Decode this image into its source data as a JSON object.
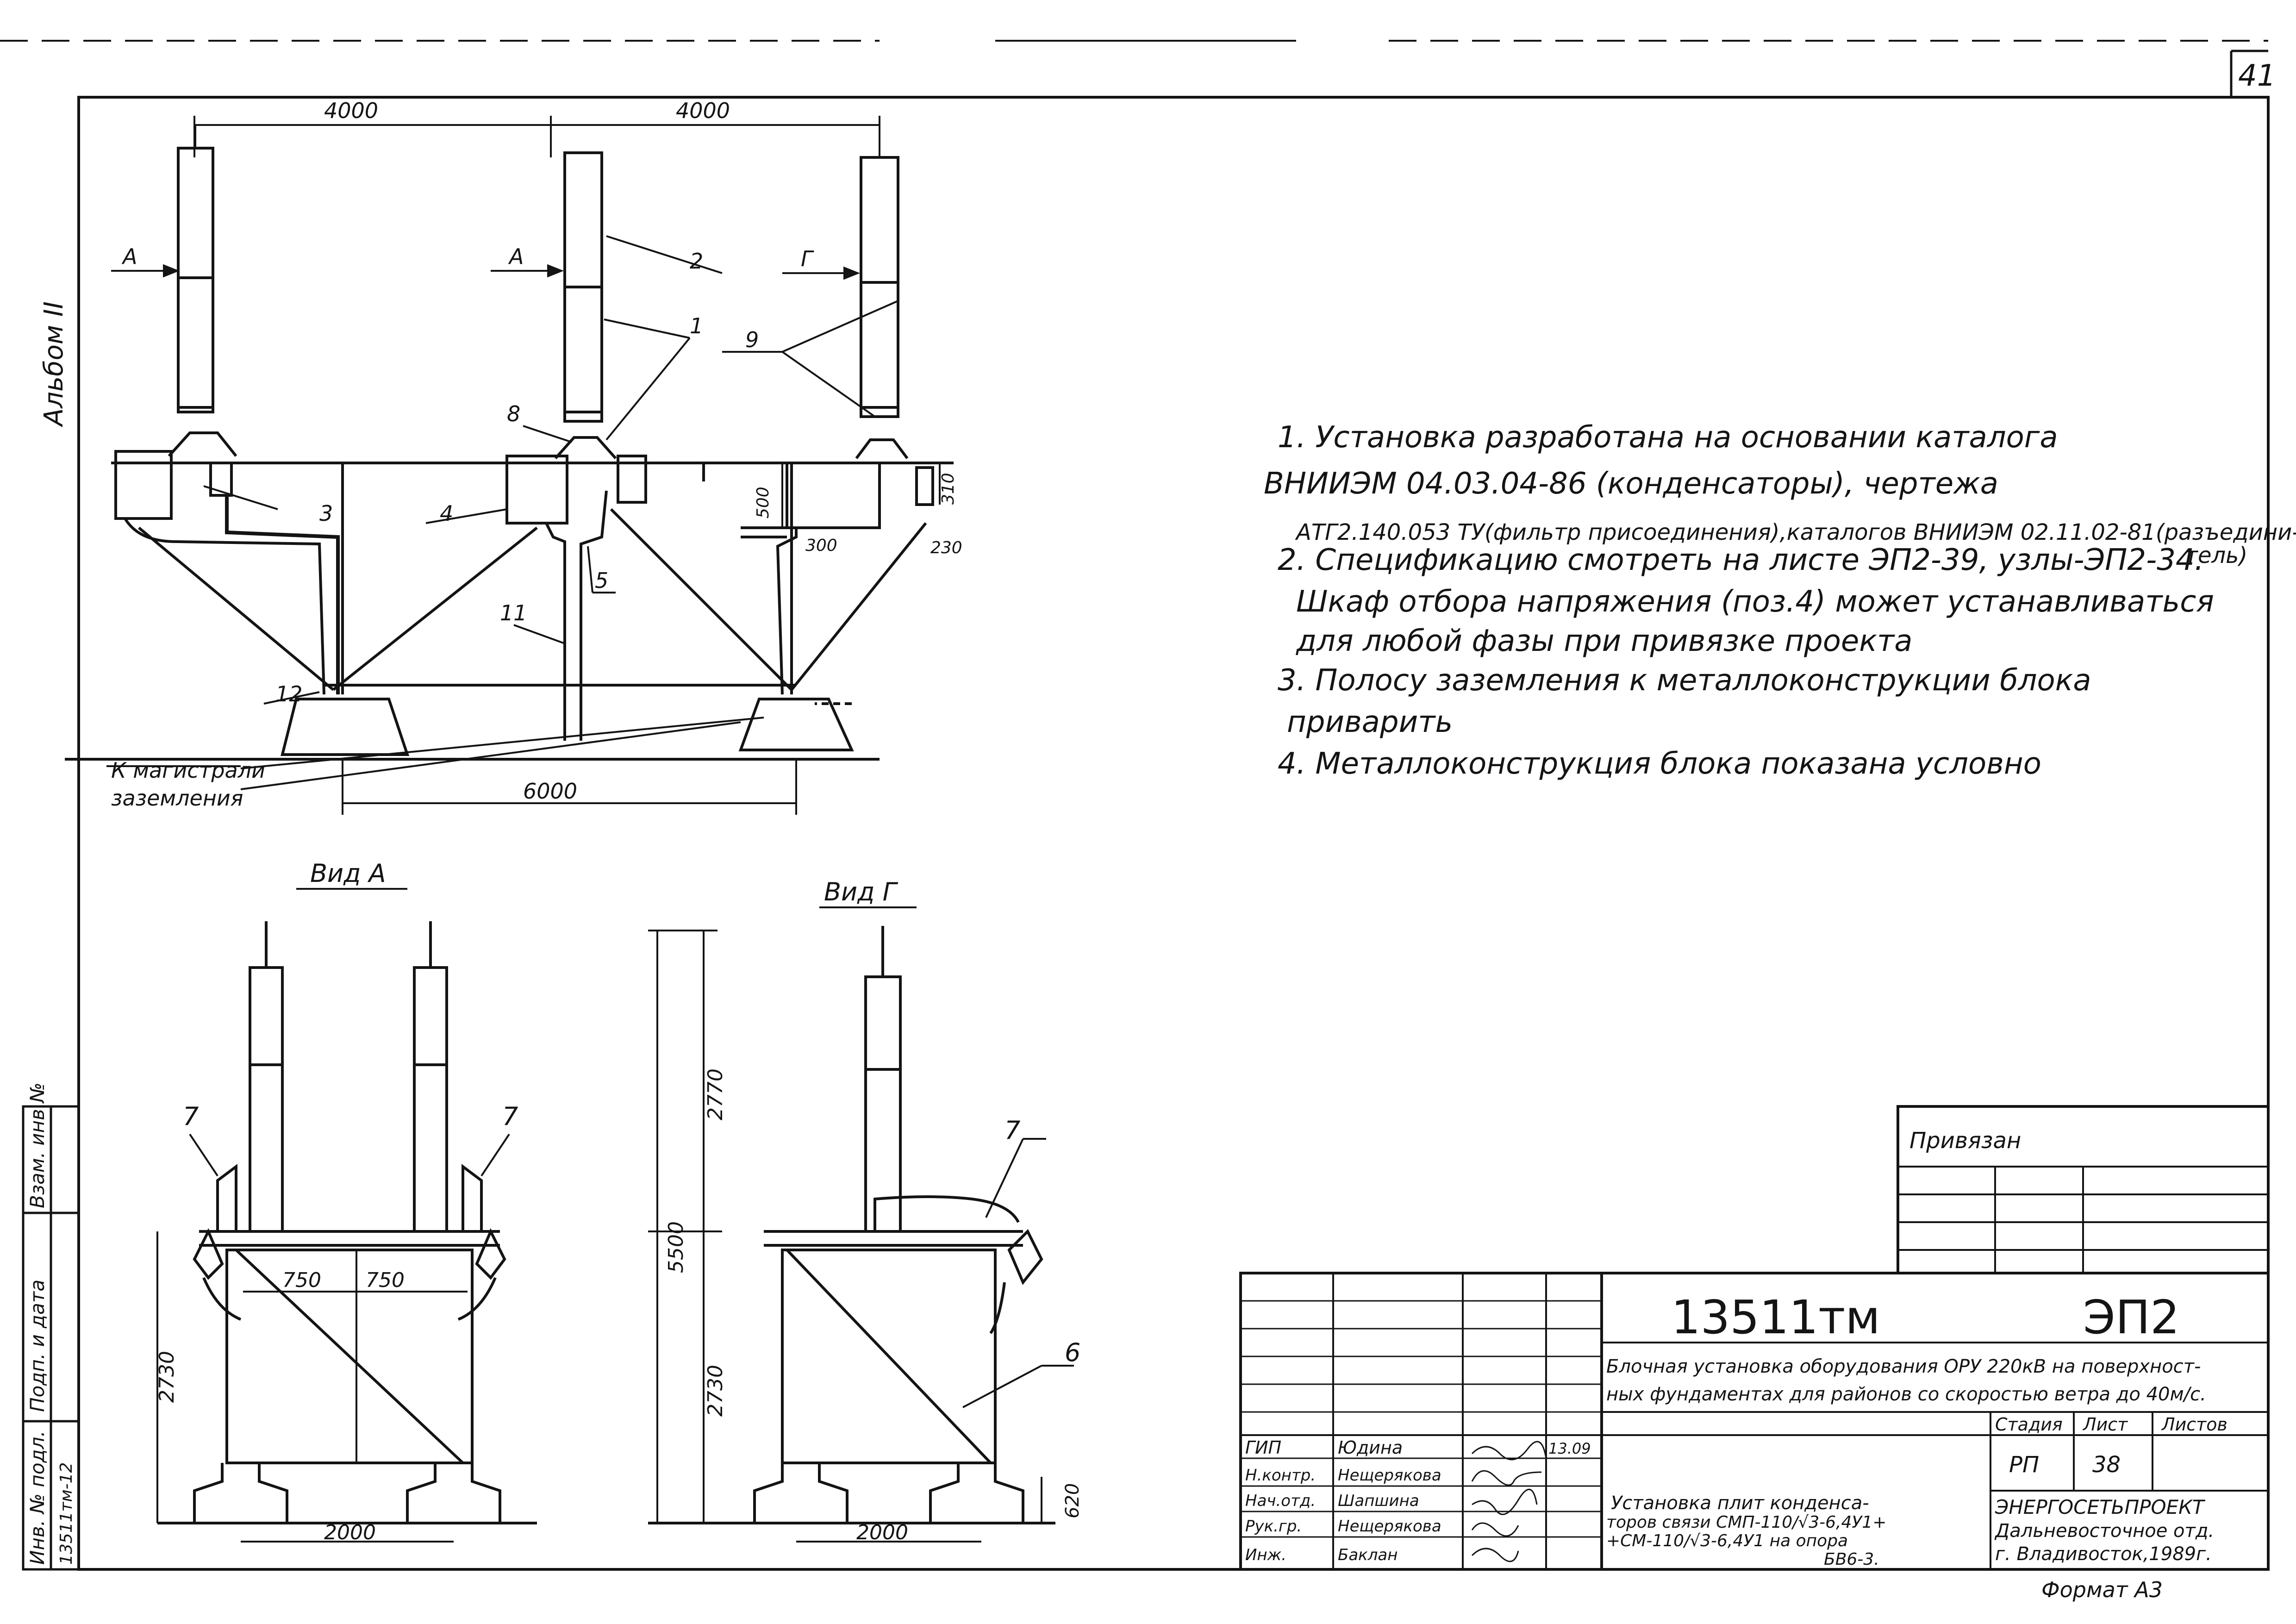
{
  "sheet": {
    "page_number": "41",
    "album": "Альбом II",
    "format_label": "Формат А3"
  },
  "main_view": {
    "dimensions": {
      "span_left": "4000",
      "span_right": "4000",
      "base": "6000",
      "d500": "500",
      "d310": "310",
      "d300": "300",
      "d230": "230"
    },
    "view_marks": {
      "a_left": "А",
      "a_center": "А",
      "g_right": "Г"
    },
    "callouts": {
      "c1": "1",
      "c2": "2",
      "c3": "3",
      "c4": "4",
      "c5": "5",
      "c8": "8",
      "c9": "9",
      "c11": "11",
      "c12": "12"
    },
    "trunk_label_line1": "К магистрали",
    "trunk_label_line2": "заземления"
  },
  "notes": [
    {
      "line1": "1.  Установка разработана на основании каталога",
      "line2": "ВНИИЭМ 04.03.04-86 (конденсаторы), чертежа",
      "line3": "АТГ2.140.053 ТУ(фильтр присоединения),каталогов ВНИИЭМ 02.11.02-81(разъедини-",
      "line3b": "тель)"
    },
    {
      "line1": "2.  Спецификацию смотреть на листе ЭП2-39, узлы-ЭП2-34.",
      "line2": "Шкаф отбора напряжения (поз.4) может устанавливаться",
      "line3": "для любой фазы при привязке проекта"
    },
    {
      "line1": "3.  Полосу заземления к металлоконструкции блока",
      "line2": "приварить"
    },
    {
      "line1": "4.  Металлоконструкция блока показана условно"
    }
  ],
  "view_a": {
    "title": "Вид А",
    "callouts": {
      "c7_left": "7",
      "c7_right": "7"
    },
    "dimensions": {
      "d750_left": "750",
      "d750_right": "750",
      "height": "2730",
      "base": "2000"
    }
  },
  "view_g": {
    "title": "Вид Г",
    "callouts": {
      "c7": "7",
      "c6": "6"
    },
    "dimensions": {
      "total": "5500",
      "upper": "2770",
      "lower": "2730",
      "d620": "620",
      "base": "2000"
    }
  },
  "side_stamp": {
    "col1": "Инв. № подл.",
    "col1_value": "13511тм-12",
    "col2": "Подп. и дата",
    "col3": "Взам. инв.№"
  },
  "title_block": {
    "bound_label": "Привязан",
    "doc_code": "13511тм",
    "sheet_code": "ЭП2",
    "description_line1": "Блочная установка оборудования ОРУ 220кВ на поверхност-",
    "description_line2": "ных фундаментах для районов со скоростью ветра до 40м/с.",
    "stage_header": "Стадия",
    "sheet_header": "Лист",
    "sheets_header": "Листов",
    "stage_value": "РП",
    "sheet_value": "38",
    "sheets_value": "",
    "sheet_title_line1": "Установка плит конденса-",
    "sheet_title_line2": "торов связи СМП-110/√3-6,4У1+",
    "sheet_title_line3": "+СМ-110/√3-6,4У1 на опора",
    "sheet_title_line4": "БВ6-3.",
    "org_line1": "ЭНЕРГОСЕТЬПРОЕКТ",
    "org_line2": "Дальневосточное отд.",
    "org_line3": "г. Владивосток,1989г.",
    "signatures": [
      {
        "role": "ГИП",
        "name": "Юдина",
        "date": "13.09"
      },
      {
        "role": "Н.контр.",
        "name": "Нещерякова",
        "date": ""
      },
      {
        "role": "Нач.отд.",
        "name": "Шапшина",
        "date": ""
      },
      {
        "role": "Рук.гр.",
        "name": "Нещерякова",
        "date": ""
      },
      {
        "role": "Инж.",
        "name": "Баклан",
        "date": ""
      }
    ]
  }
}
